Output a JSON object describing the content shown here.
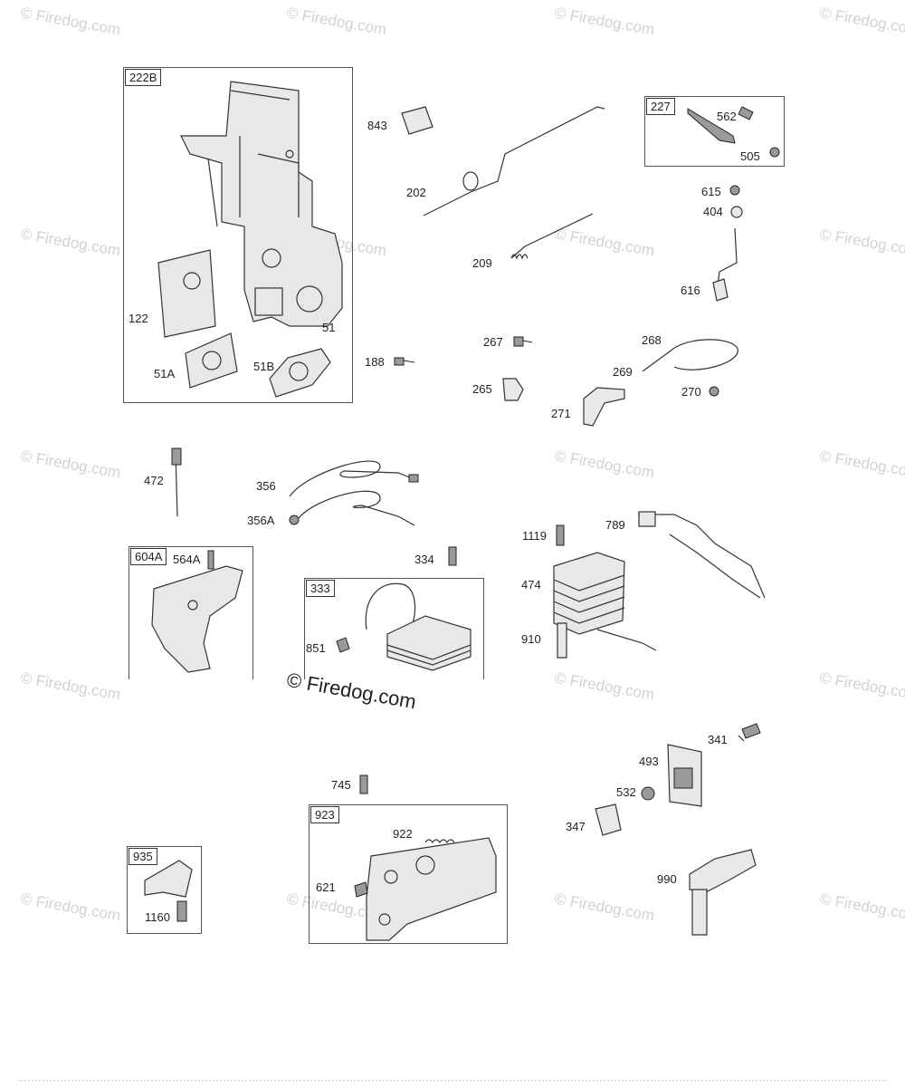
{
  "watermark": "© Firedog.com",
  "watermark_main": "© Firedog.com",
  "groups": [
    {
      "id": "g222b",
      "tag": "222B"
    },
    {
      "id": "g227",
      "tag": "227"
    },
    {
      "id": "g604a",
      "tag": "604A"
    },
    {
      "id": "g333",
      "tag": "333"
    },
    {
      "id": "g923",
      "tag": "923"
    },
    {
      "id": "g935",
      "tag": "935"
    }
  ],
  "labels": [
    "122",
    "51",
    "51A",
    "51B",
    "843",
    "202",
    "209",
    "188",
    "267",
    "265",
    "268",
    "269",
    "270",
    "271",
    "562",
    "505",
    "615",
    "404",
    "616",
    "472",
    "356",
    "356A",
    "564A",
    "334",
    "851",
    "1119",
    "789",
    "474",
    "910",
    "745",
    "922",
    "621",
    "1160",
    "341",
    "493",
    "532",
    "347",
    "990"
  ]
}
